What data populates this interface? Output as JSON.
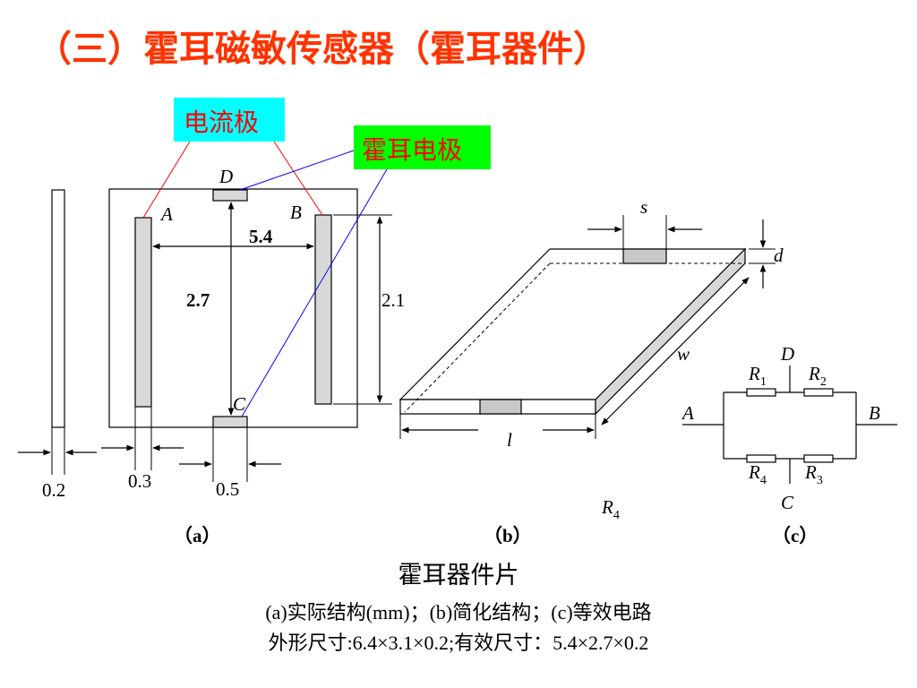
{
  "title": "（三）霍耳磁敏传感器（霍耳器件）",
  "labels": {
    "current_electrode": "电流极",
    "hall_electrode": "霍耳电极",
    "A": "A",
    "B": "B",
    "C": "C",
    "D": "D"
  },
  "fig_a": {
    "dim_5_4": "5.4",
    "dim_2_7": "2.7",
    "dim_2_1": "2.1",
    "dim_0_2": "0.2",
    "dim_0_3": "0.3",
    "dim_0_5": "0.5",
    "caption": "（a）"
  },
  "fig_b": {
    "s": "s",
    "d": "d",
    "w": "w",
    "l": "l",
    "r4_main": "R",
    "r4_sub": "4",
    "caption": "（b）"
  },
  "fig_c": {
    "A": "A",
    "B": "B",
    "C": "C",
    "D": "D",
    "R": "R",
    "r1_sub": "1",
    "r2_sub": "2",
    "r3_sub": "3",
    "r4_sub": "4",
    "caption": "（c）"
  },
  "caption": {
    "line1": "霍耳器件片",
    "line2": "(a)实际结构(mm)；(b)简化结构；(c)等效电路",
    "line3": "外形尺寸:6.4×3.1×0.2;有效尺寸：5.4×2.7×0.2"
  },
  "colors": {
    "title": "#ff3300",
    "current_box": "#00ffff",
    "hall_box": "#00ff00",
    "current_label_text": "#ff0000",
    "hall_label_text": "#ff0000",
    "electrode_fill": "#d8d8d8"
  }
}
